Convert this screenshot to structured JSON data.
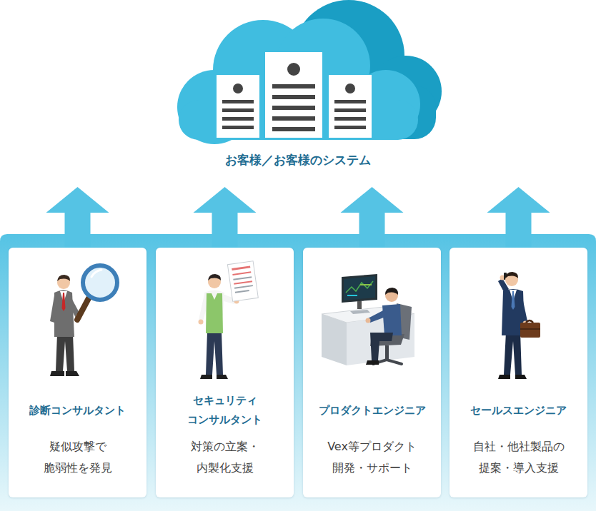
{
  "diagram": {
    "nodes": [
      {
        "text": [
          "お客様／お客様のシステム"
        ]
      },
      {
        "text": [
          "診断コンサルタント",
          "疑似攻撃で 脆弱性を発見"
        ]
      },
      {
        "text": [
          "セキュリティ コンサルタント",
          "対策の立案・ 内製化支援"
        ]
      },
      {
        "text": [
          "プロダクトエンジニア",
          "Vex等プロダクト 開発・サポート"
        ]
      },
      {
        "text": [
          "セールスエンジニア",
          "自社・他社製品の 提案・導入支援"
        ]
      }
    ],
    "edges": [
      {
        "from": 1,
        "to": 0,
        "arrow": "to"
      },
      {
        "from": 2,
        "to": 0,
        "arrow": "to"
      },
      {
        "from": 3,
        "to": 0,
        "arrow": "to"
      },
      {
        "from": 4,
        "to": 0,
        "arrow": "to"
      }
    ]
  }
}
